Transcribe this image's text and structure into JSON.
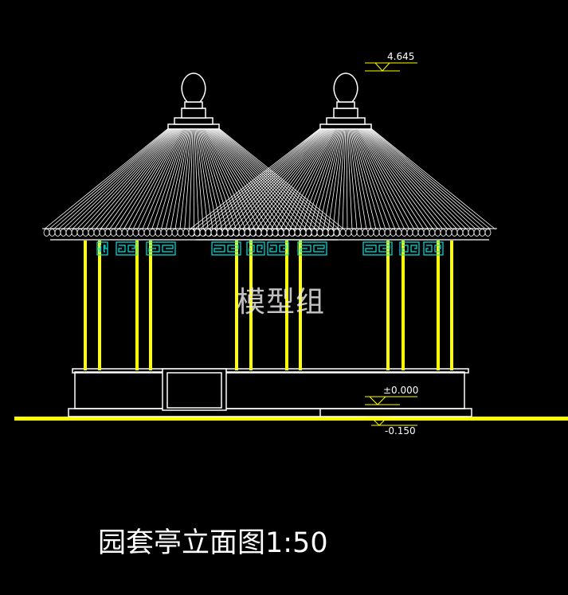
{
  "colors": {
    "background": "#000000",
    "outline": "#ffffff",
    "columns": "#ffff00",
    "ornament": "#00e5e5"
  },
  "drawing": {
    "title": "园套亭立面图1:50",
    "watermark": "模型组",
    "elevations": {
      "top": "4.645",
      "floor": "±0.000",
      "ground": "-0.150"
    }
  }
}
